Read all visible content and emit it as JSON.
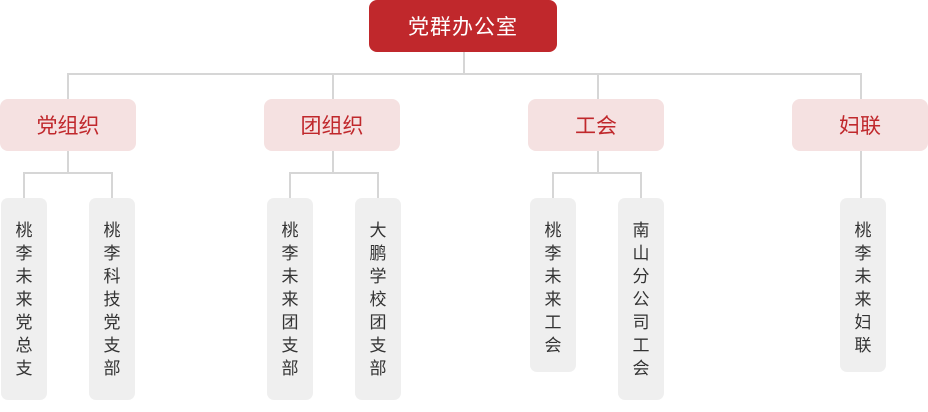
{
  "root": {
    "label": "党群办公室"
  },
  "departments": [
    {
      "label": "党组织",
      "branches": [
        "桃李未来党总支",
        "桃李科技党支部"
      ]
    },
    {
      "label": "团组织",
      "branches": [
        "桃李未来团支部",
        "大鹏学校团支部"
      ]
    },
    {
      "label": "工会",
      "branches": [
        "桃李未来工会",
        "南山分公司工会"
      ]
    },
    {
      "label": "妇联",
      "branches": [
        "桃李未来妇联"
      ]
    }
  ],
  "colors": {
    "root_bg": "#c0282c",
    "dept_bg": "#f5e1e1",
    "dept_text": "#c0282c",
    "branch_bg": "#efefef",
    "line": "#d6d6d6"
  }
}
